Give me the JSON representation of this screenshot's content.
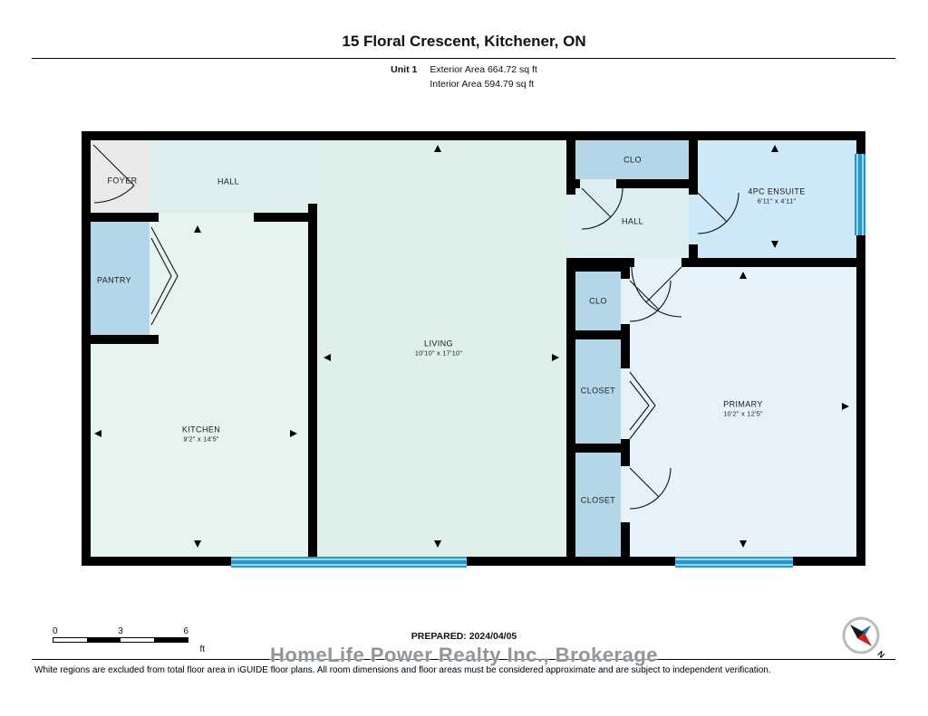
{
  "header": {
    "title": "15 Floral Crescent, Kitchener, ON",
    "unit_label": "Unit 1",
    "exterior_area": "Exterior Area 664.72 sq ft",
    "interior_area": "Interior Area 594.79 sq ft"
  },
  "floorplan": {
    "rooms": [
      {
        "id": "foyer",
        "label": "FOYER"
      },
      {
        "id": "hall-top",
        "label": "HALL"
      },
      {
        "id": "pantry",
        "label": "PANTRY"
      },
      {
        "id": "kitchen",
        "label": "KITCHEN",
        "dims": "9'2\" x 14'5\""
      },
      {
        "id": "living",
        "label": "LIVING",
        "dims": "10'10\" x 17'10\""
      },
      {
        "id": "clo-top",
        "label": "CLO"
      },
      {
        "id": "hall-right",
        "label": "HALL"
      },
      {
        "id": "ensuite",
        "label": "4PC ENSUITE",
        "dims": "6'11\" x 4'11\""
      },
      {
        "id": "clo-small",
        "label": "CLO"
      },
      {
        "id": "closet-mid",
        "label": "CLOSET"
      },
      {
        "id": "closet-bottom",
        "label": "CLOSET"
      },
      {
        "id": "primary",
        "label": "PRIMARY",
        "dims": "10'2\" x 12'5\""
      }
    ],
    "colors": {
      "wall": "#000000",
      "foyer": "#e9e9e9",
      "hall": "#ddeef0",
      "kitchen": "#e6f4ef",
      "living": "#dff0eb",
      "closet": "#b3d7e9",
      "ensuite": "#cde8f6",
      "primary": "#e6f2fb",
      "window_dark": "#2e94c9",
      "window_light": "#8fdcf2"
    }
  },
  "scale_bar": {
    "tick_0": "0",
    "tick_3": "3",
    "tick_6": "6",
    "unit": "ft"
  },
  "prepared": {
    "label": "PREPARED: 2024/04/05"
  },
  "watermark": "HomeLife Power Realty Inc., Brokerage",
  "compass": {
    "label": "N"
  },
  "disclaimer": "White regions are excluded from total floor area in iGUIDE floor plans. All room dimensions and floor areas must be considered approximate and are subject to independent verification."
}
